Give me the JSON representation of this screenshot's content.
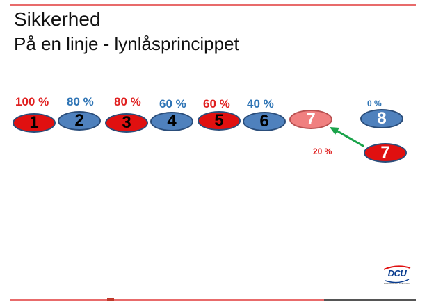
{
  "slide": {
    "title": "Sikkerhed",
    "subtitle": "På en linje - lynlåsprincippet"
  },
  "riders": [
    {
      "number": "1",
      "percent": "100 %",
      "color": "#e01010"
    },
    {
      "number": "2",
      "percent": "80 %",
      "color": "#4f81bd"
    },
    {
      "number": "3",
      "percent": "80 %",
      "color": "#e01010"
    },
    {
      "number": "4",
      "percent": "60 %",
      "color": "#4f81bd"
    },
    {
      "number": "5",
      "percent": "60 %",
      "color": "#e01010"
    },
    {
      "number": "6",
      "percent": "40 %",
      "color": "#4f81bd"
    },
    {
      "number": "7",
      "percent": "",
      "color": "#f08080",
      "note": "target slot"
    },
    {
      "number": "8",
      "percent": "0 %",
      "color": "#4f81bd"
    }
  ],
  "joining_rider": {
    "number": "7",
    "percent": "20 %",
    "color": "#e01010"
  },
  "arrow_color": "#1aa34a",
  "logo": {
    "text": "DCU",
    "subtext": "DANMARKS CYKLE UNION"
  },
  "colors": {
    "accent_red": "#e86b6b",
    "pct_red": "#e02020",
    "pct_blue": "#2e74b5"
  }
}
